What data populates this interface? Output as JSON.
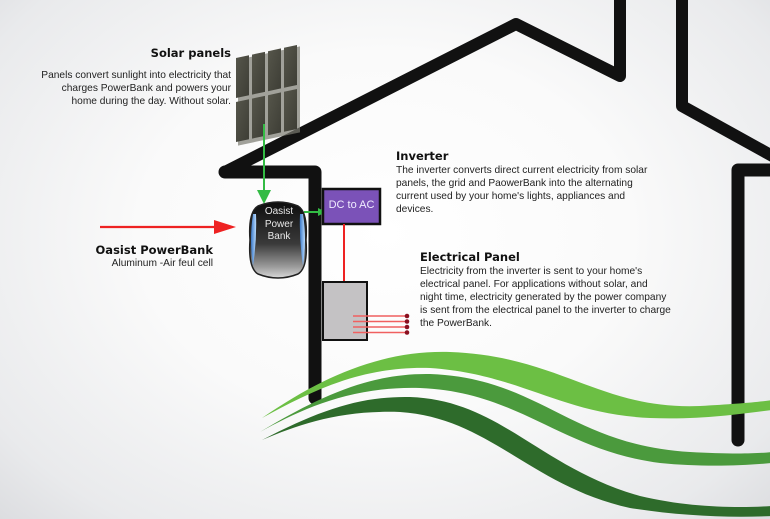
{
  "solar_panels": {
    "title": "Solar panels",
    "description_lines": [
      "Panels convert sunlight into electricity that",
      "charges PowerBank and powers your",
      "home during the day. Without solar."
    ]
  },
  "inverter": {
    "title": "Inverter",
    "description_lines": [
      "The inverter converts direct current electricity from solar",
      "panels, the grid and PaowerBank into the alternating",
      "current used by your home's lights, appliances and",
      "devices."
    ],
    "box_label": "DC to AC"
  },
  "powerbank": {
    "title": "Oasist PowerBank",
    "subtitle": "Aluminum -Air feul cell",
    "device_label_lines": [
      "Oasist",
      "Power",
      "Bank"
    ]
  },
  "electrical_panel": {
    "title": "Electrical Panel",
    "description_lines": [
      "Electricity from the inverter is sent to your home's",
      "electrical panel. For applications without solar, and",
      "night time, electricity generated by the power company",
      "is sent from the electrical panel to the inverter to charge",
      "the PowerBank."
    ]
  },
  "colors": {
    "house_outline": "#111111",
    "solar_flow_arrow": "#33bb44",
    "ac_flow_arrow": "#ee2222",
    "inverter_box": "#7b52b8",
    "panel_box": "#c4c2c4",
    "wave_light": "#6cbf44",
    "wave_mid": "#4b9a3d",
    "wave_dark": "#2e6b2b"
  }
}
